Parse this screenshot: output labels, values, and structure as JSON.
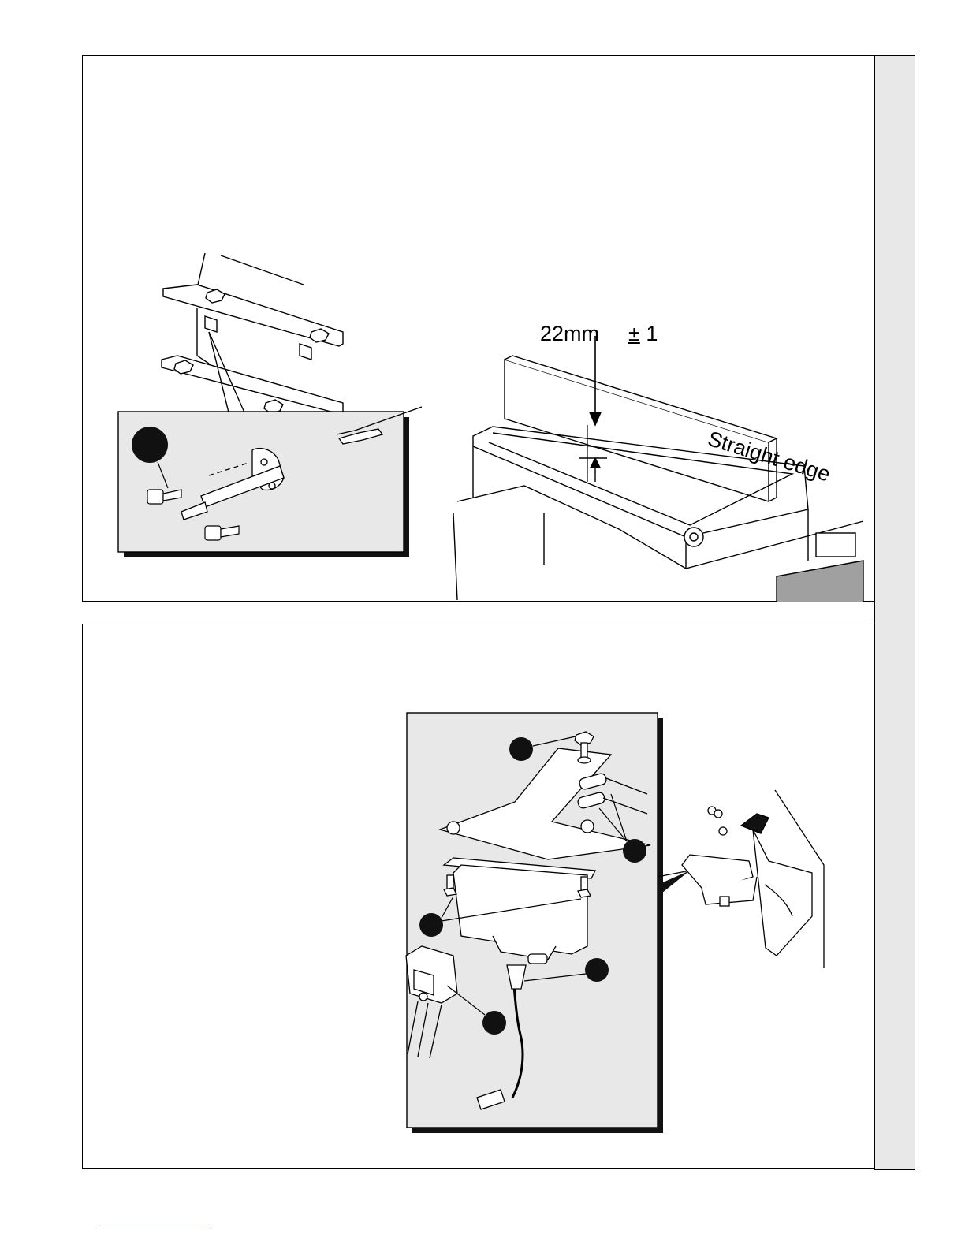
{
  "figure_top": {
    "dimension_value": "22mm",
    "tolerance_sign": "±",
    "tolerance_value": "1",
    "straight_edge_label": "Straight edge"
  },
  "colors": {
    "inset_fill": "#e8e8e8",
    "line": "#000000",
    "callout_fill": "#111111"
  },
  "icons": {
    "callout": "callout-dot-icon",
    "screw": "screw-icon",
    "electrode": "electrode-icon",
    "ignition_unit": "ignition-unit-icon"
  }
}
